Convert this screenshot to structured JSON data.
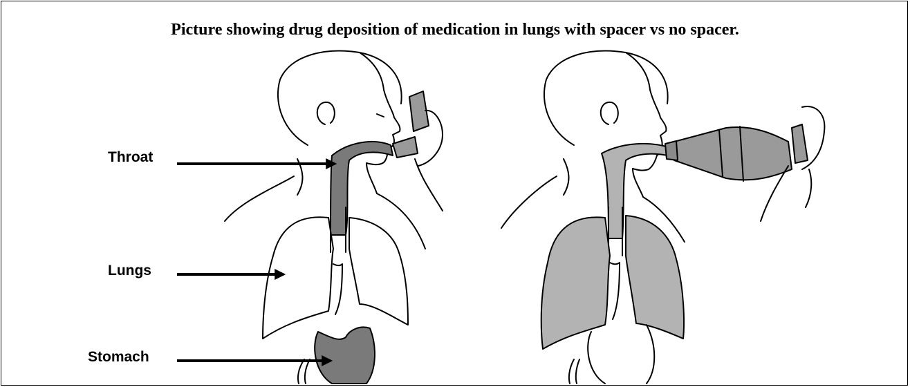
{
  "title": "Picture showing drug deposition of medication in lungs with spacer vs no spacer.",
  "labels": {
    "throat": "Throat",
    "lungs": "Lungs",
    "stomach": "Stomach"
  },
  "colors": {
    "outline": "#000000",
    "deposit_heavy": "#7a7a7a",
    "deposit_light": "#b3b3b3",
    "background": "#ffffff"
  },
  "panels": [
    {
      "name": "no-spacer",
      "device": "metered-dose-inhaler"
    },
    {
      "name": "with-spacer",
      "device": "inhaler-with-spacer"
    }
  ]
}
